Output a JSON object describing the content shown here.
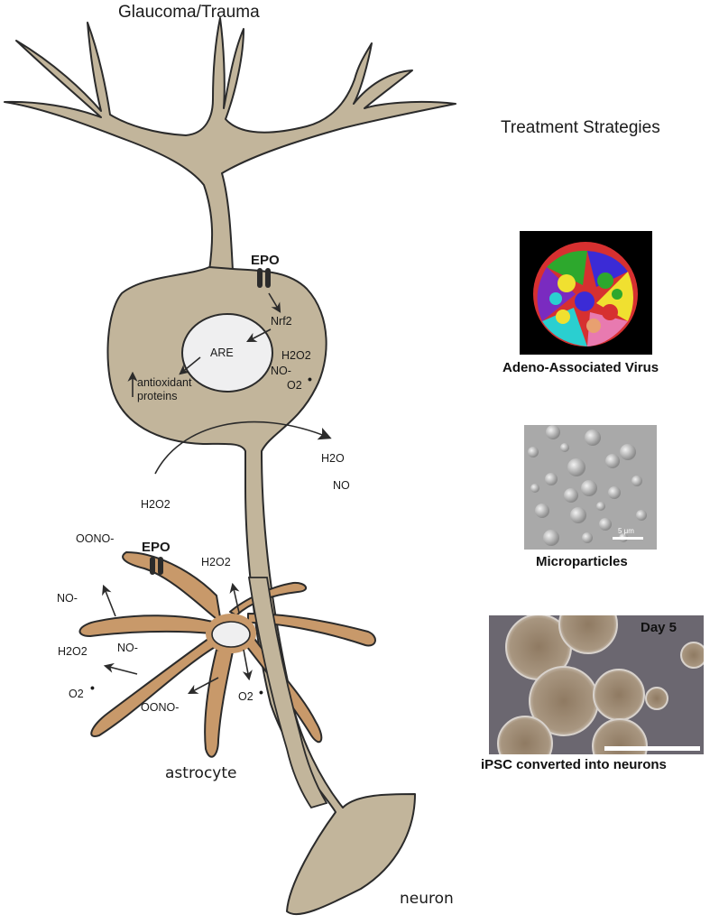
{
  "title": "Glaucoma/Trauma",
  "treatment_heading": "Treatment Strategies",
  "neuron": {
    "label": "neuron",
    "receptor_label": "EPO",
    "nucleus_label": "ARE",
    "nrf2_label": "Nrf2",
    "antioxidant_label_line1": "antioxidant",
    "antioxidant_label_line2": "proteins",
    "intracellular_species": [
      "H2O2",
      "NO-",
      "O2"
    ],
    "released_products": [
      "H2O",
      "NO"
    ]
  },
  "extracellular": {
    "h2o2": "H2O2",
    "oono": "OONO-"
  },
  "astrocyte": {
    "label": "astrocyte",
    "receptor_label": "EPO",
    "species": {
      "h2o2_top": "H2O2",
      "no_left": "NO-",
      "h2o2_left": "H2O2",
      "no_mid": "NO-",
      "o2_left": "O2",
      "oono_bottom": "OONO-",
      "o2_right": "O2"
    },
    "radical_dot": "•"
  },
  "strategies": [
    {
      "caption": "Adeno-Associated Virus",
      "image": "aav-capsid-structure"
    },
    {
      "caption": "Microparticles",
      "image": "microparticles-sem",
      "scale_bar": "5 μm"
    },
    {
      "caption": "iPSC converted into neurons",
      "image": "ipsc-neurospheres",
      "overlay": "Day 5"
    }
  ],
  "colors": {
    "neuron_fill": "#c2b59b",
    "astrocyte_fill": "#c8996a",
    "nucleus_fill": "#efeff0",
    "outline": "#2b2b2b",
    "aav_bg": "#000000",
    "micro_bg": "#a9a9a9",
    "ipsc_bg": "#6b6770"
  }
}
